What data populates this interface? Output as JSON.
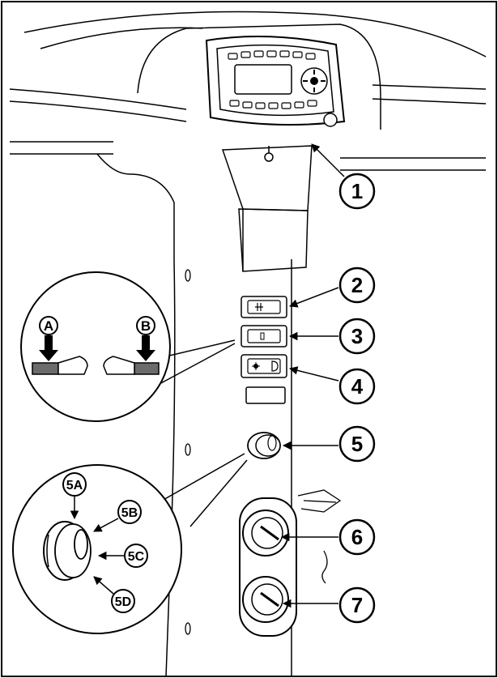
{
  "callouts": {
    "c1": "1",
    "c2": "2",
    "c3": "3",
    "c4": "4",
    "c5": "5",
    "c6": "6",
    "c7": "7"
  },
  "rocker_detail": {
    "a": "A",
    "b": "B"
  },
  "knob_detail": {
    "k5a": "5A",
    "k5b": "5B",
    "k5c": "5C",
    "k5d": "5D"
  },
  "icons": [
    "radio-icon",
    "rocker-switch-icon",
    "knob-icon",
    "arrow-icon"
  ],
  "colors": {
    "line": "#000000",
    "rocker_fill": "#6b6b6b",
    "background": "#ffffff"
  }
}
